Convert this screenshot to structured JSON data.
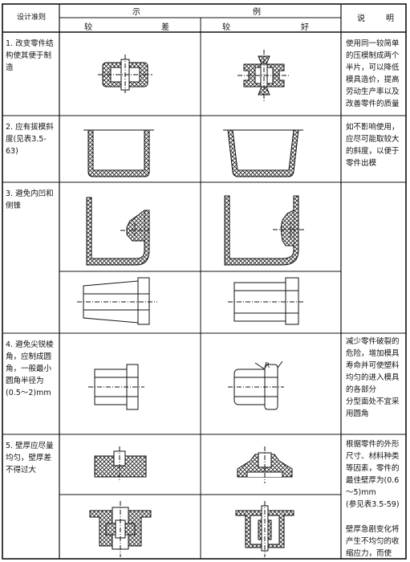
{
  "header": {
    "col1": "设计准则",
    "col2_top_left": "示",
    "col2_top_right": "例",
    "col2_sub_left_a": "较",
    "col2_sub_left_b": "差",
    "col2_sub_right_a": "较",
    "col2_sub_right_b": "好",
    "col3_a": "说",
    "col3_b": "明"
  },
  "rows": [
    {
      "criteria": "1. 改变零件结构使其便于制造",
      "note": "使用同一较简单的压模制成两个半片，可以降低模具造价，提高劳动生产率以及改善零件的质量"
    },
    {
      "criteria": "2. 应有拔模斜度(见表3.5-63)",
      "note": "如不影响使用，应尽可能取较大的斜度，以便于零件出模"
    },
    {
      "criteria": "3. 避免内凹和侧锥",
      "note": ""
    },
    {
      "criteria": "4. 避免尖锐棱角，应制成圆角，一般最小圆角半径为(0.5～2)mm",
      "note": "减少零件破裂的危险，增加模具寿命并可使塑料均匀的进入模具的各部分",
      "note2": "分型面处不宜采用圆角"
    },
    {
      "criteria": "5. 壁厚应尽量均匀，壁厚差不得过大",
      "note": "根据零件的外形尺寸、材料种类等因素，零件的最佳壁厚为(0.6～5)mm",
      "note2": "(参见表3.5-59)",
      "note3": "壁厚急剧变化将产生不均匀的收缩应力，而使"
    }
  ],
  "drawing_labels": {
    "radius": "R"
  }
}
